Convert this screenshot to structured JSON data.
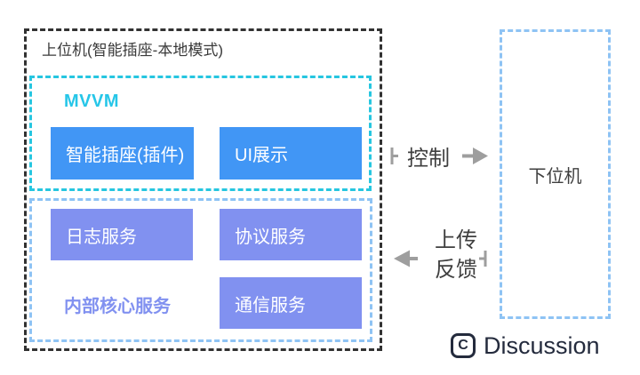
{
  "host": {
    "title": "上位机(智能插座-本地模式)",
    "mvvm": {
      "label": "MVVM",
      "plugin_button": "智能插座(插件)",
      "ui_button": "UI展示"
    },
    "core": {
      "label": "内部核心服务",
      "log_button": "日志服务",
      "protocol_button": "协议服务",
      "comm_button": "通信服务"
    }
  },
  "device": {
    "label": "下位机"
  },
  "arrows": {
    "control": {
      "label": "控制",
      "direction": "right"
    },
    "feedback": {
      "line1": "上传",
      "line2": "反馈",
      "direction": "left"
    }
  },
  "brand": {
    "icon_letter": "C",
    "label": "Discussion"
  },
  "colors": {
    "block_blue": "#4196f5",
    "block_purple": "#8191f0",
    "mvvm_cyan": "#26c6e8",
    "light_blue_border": "#8ec3f4",
    "outer_border": "#323232",
    "arrow_gray": "#9e9e9e",
    "brand_navy": "#242b3d"
  }
}
